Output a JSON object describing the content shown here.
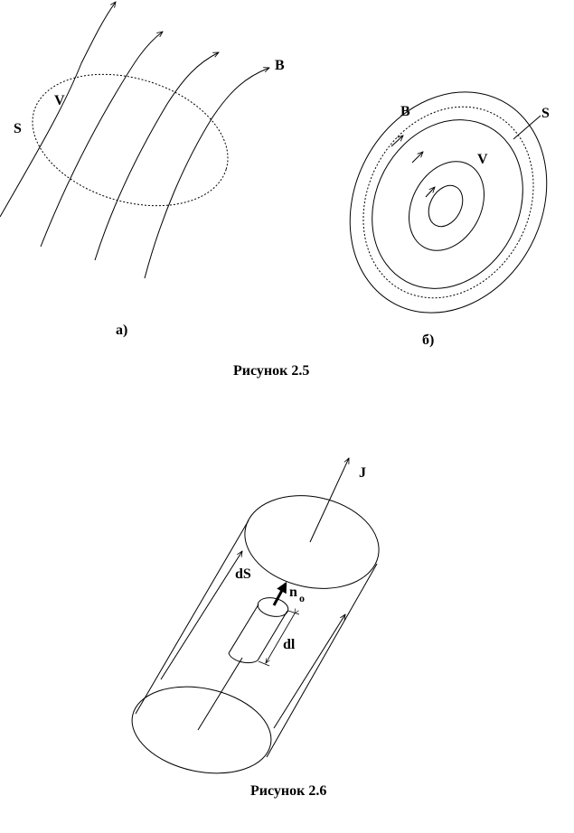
{
  "figure_5": {
    "panel_a": {
      "label_B": "B",
      "label_V": "V",
      "label_S": "S",
      "caption": "а)"
    },
    "panel_b": {
      "label_B": "B",
      "label_S": "S",
      "label_V": "V",
      "caption": "б)"
    },
    "caption": "Рисунок 2.5"
  },
  "figure_6": {
    "label_J": "J",
    "label_dS": "dS",
    "label_n": "n",
    "label_n_sub": "o",
    "label_dl": "dl",
    "caption": "Рисунок 2.6"
  }
}
